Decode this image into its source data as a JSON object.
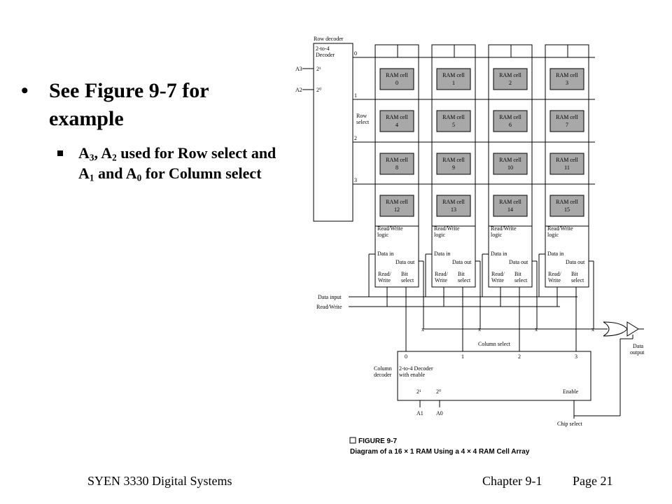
{
  "slide": {
    "bullet1_text": "See Figure 9-7 for example",
    "bullet2": {
      "a3": "A",
      "a3_sub": "3",
      "sep1": ", ",
      "a2": "A",
      "a2_sub": "2",
      "mid": " used for Row select and ",
      "a1": "A",
      "a1_sub": "1",
      "and": " and ",
      "a0": "A",
      "a0_sub": "0",
      "tail": " for Column select"
    }
  },
  "figure": {
    "row_decoder_label": "Row decoder",
    "row_decoder_type_1": "2-to-4",
    "row_decoder_type_2": "Decoder",
    "row_input_a3": "A3",
    "row_input_a2": "A2",
    "row_pow_1": "2¹",
    "row_pow_0": "2⁰",
    "row_outputs": [
      "0",
      "1",
      "2",
      "3"
    ],
    "row_select_1": "Row",
    "row_select_2": "select",
    "cells": [
      {
        "name": "RAM cell",
        "num": "0"
      },
      {
        "name": "RAM cell",
        "num": "1"
      },
      {
        "name": "RAM cell",
        "num": "2"
      },
      {
        "name": "RAM cell",
        "num": "3"
      },
      {
        "name": "RAM cell",
        "num": "4"
      },
      {
        "name": "RAM cell",
        "num": "5"
      },
      {
        "name": "RAM cell",
        "num": "6"
      },
      {
        "name": "RAM cell",
        "num": "7"
      },
      {
        "name": "RAM cell",
        "num": "8"
      },
      {
        "name": "RAM cell",
        "num": "9"
      },
      {
        "name": "RAM cell",
        "num": "10"
      },
      {
        "name": "RAM cell",
        "num": "11"
      },
      {
        "name": "RAM cell",
        "num": "12"
      },
      {
        "name": "RAM cell",
        "num": "13"
      },
      {
        "name": "RAM cell",
        "num": "14"
      },
      {
        "name": "RAM cell",
        "num": "15"
      }
    ],
    "column_logic": {
      "rw_logic_1": "Read/Write",
      "rw_logic_2": "logic",
      "data_in": "Data in",
      "data_out": "Data out",
      "read": "Read/",
      "write": "Write",
      "bit": "Bit",
      "select": "select"
    },
    "data_input_label": "Data input",
    "read_write_label": "Read/Write",
    "x_mark": "x",
    "column_select_label": "Column select",
    "col_outputs": [
      "0",
      "1",
      "2",
      "3"
    ],
    "column_decoder_1": "Column",
    "column_decoder_2": "decoder",
    "col_decoder_type_1": "2-to-4 Decoder",
    "col_decoder_type_2": "with enable",
    "col_pow_1": "2¹",
    "col_pow_0": "2⁰",
    "col_input_a1": "A1",
    "col_input_a0": "A0",
    "enable_label": "Enable",
    "chip_select_label": "Chip select",
    "data_output_1": "Data",
    "data_output_2": "output",
    "caption_title": "FIGURE 9-7",
    "caption_text": "Diagram of a 16 × 1 RAM Using a 4 × 4 RAM Cell Array"
  },
  "footer": {
    "left": "SYEN 3330 Digital Systems",
    "chapter": "Chapter 9-1",
    "page": "Page 21"
  }
}
